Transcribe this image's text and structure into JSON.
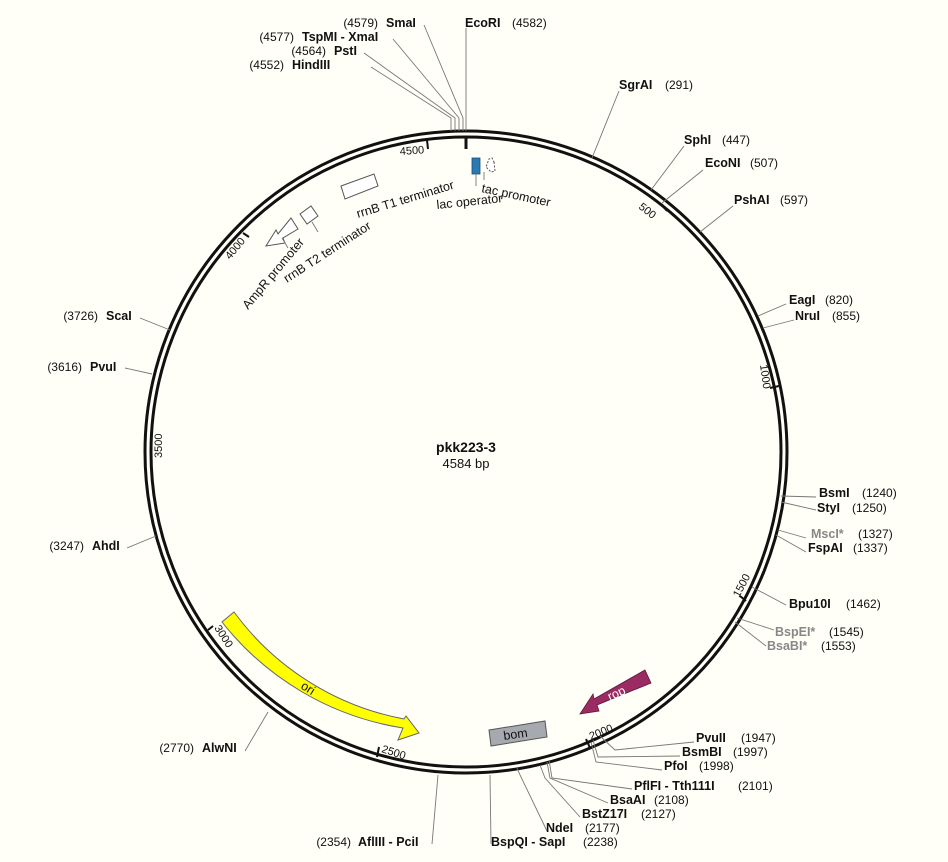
{
  "plasmid": {
    "name": "pkk223-3",
    "length_label": "4584 bp",
    "length": 4584
  },
  "ruler_ticks": [
    "500",
    "1000",
    "1500",
    "2000",
    "2500",
    "3000",
    "3500",
    "4000",
    "4500"
  ],
  "restriction_sites": [
    {
      "name": "SmaI",
      "pos": "(4579)",
      "dim": false
    },
    {
      "name": "TspMI - XmaI",
      "pos": "(4577)",
      "dim": false
    },
    {
      "name": "PstI",
      "pos": "(4564)",
      "dim": false
    },
    {
      "name": "HindIII",
      "pos": "(4552)",
      "dim": false
    },
    {
      "name": "EcoRI",
      "pos": "(4582)",
      "dim": false
    },
    {
      "name": "SgrAI",
      "pos": "(291)",
      "dim": false
    },
    {
      "name": "SphI",
      "pos": "(447)",
      "dim": false
    },
    {
      "name": "EcoNI",
      "pos": "(507)",
      "dim": false
    },
    {
      "name": "PshAI",
      "pos": "(597)",
      "dim": false
    },
    {
      "name": "EagI",
      "pos": "(820)",
      "dim": false
    },
    {
      "name": "NruI",
      "pos": "(855)",
      "dim": false
    },
    {
      "name": "BsmI",
      "pos": "(1240)",
      "dim": false
    },
    {
      "name": "StyI",
      "pos": "(1250)",
      "dim": false
    },
    {
      "name": "MscI*",
      "pos": "(1327)",
      "dim": true
    },
    {
      "name": "FspAI",
      "pos": "(1337)",
      "dim": false
    },
    {
      "name": "Bpu10I",
      "pos": "(1462)",
      "dim": false
    },
    {
      "name": "BspEI*",
      "pos": "(1545)",
      "dim": true
    },
    {
      "name": "BsaBI*",
      "pos": "(1553)",
      "dim": true
    },
    {
      "name": "PvuII",
      "pos": "(1947)",
      "dim": false
    },
    {
      "name": "BsmBI",
      "pos": "(1997)",
      "dim": false
    },
    {
      "name": "PfoI",
      "pos": "(1998)",
      "dim": false
    },
    {
      "name": "PflFI - Tth111I",
      "pos": "(2101)",
      "dim": false
    },
    {
      "name": "BsaAI",
      "pos": "(2108)",
      "dim": false
    },
    {
      "name": "BstZ17I",
      "pos": "(2127)",
      "dim": false
    },
    {
      "name": "NdeI",
      "pos": "(2177)",
      "dim": false
    },
    {
      "name": "BspQI - SapI",
      "pos": "(2238)",
      "dim": false
    },
    {
      "name": "AflIII - PciI",
      "pos": "(2354)",
      "dim": false
    },
    {
      "name": "AlwNI",
      "pos": "(2770)",
      "dim": false
    },
    {
      "name": "AhdI",
      "pos": "(3247)",
      "dim": false
    },
    {
      "name": "PvuI",
      "pos": "(3616)",
      "dim": false
    },
    {
      "name": "ScaI",
      "pos": "(3726)",
      "dim": false
    }
  ],
  "features": {
    "tac_promoter": "tac promoter",
    "lac_operator": "lac operator",
    "rrnB_T1": "rrnB T1 terminator",
    "rrnB_T2": "rrnB T2 terminator",
    "ampR_promoter": "AmpR promoter",
    "ori": "ori",
    "rop": "rop",
    "bom": "bom"
  },
  "colors": {
    "ori": "#ffff00",
    "rop": "#9a2c63",
    "bom": "#a6aab0",
    "lac_operator": "#2b7bb0",
    "backbone": "#111111"
  }
}
